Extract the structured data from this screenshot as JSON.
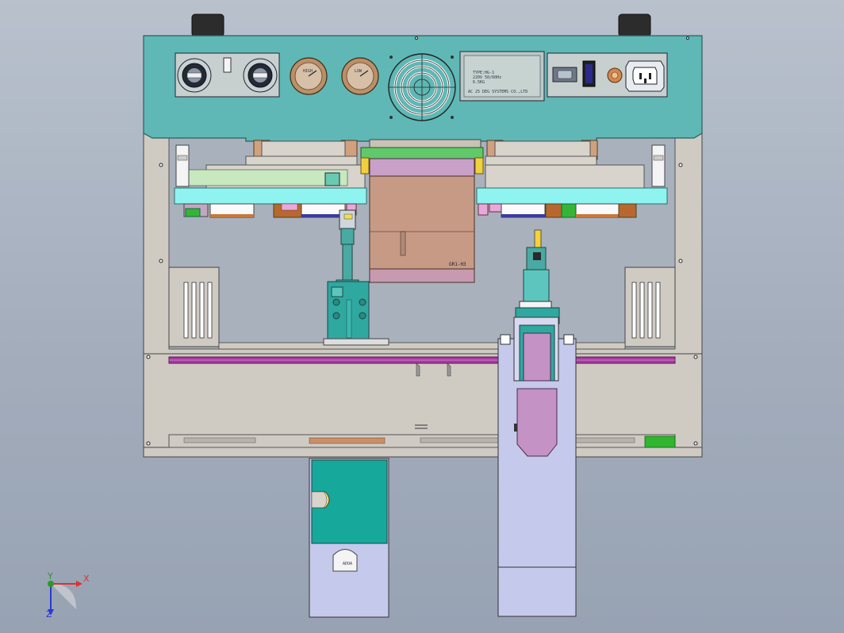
{
  "panel": {
    "gauge_left_label": "HIGH",
    "gauge_right_label": "LOW",
    "nameplate_line1": "TYPE:HG-1",
    "nameplate_line2": "220V 50/60Hz",
    "nameplate_line3": "6.5KG",
    "nameplate_footer": "AC 25 DEG SYSTEMS CO.,LTD"
  },
  "mold_label": "GR1-H3",
  "label_box": "ADOA",
  "triad": {
    "x": "X",
    "y": "Y",
    "z": "Z"
  },
  "colors": {
    "panel_teal": "#5fb8b5",
    "frame_gray": "#cfcbc3",
    "magenta": "#a63aa0",
    "cyan_bar": "#8ff3ef",
    "lavender": "#c5c9ec",
    "mold_brown": "#c79a86"
  },
  "icons": [
    "fan-grille-icon",
    "power-switch-icon",
    "power-inlet-icon",
    "serial-port-icon",
    "fuse-icon"
  ]
}
